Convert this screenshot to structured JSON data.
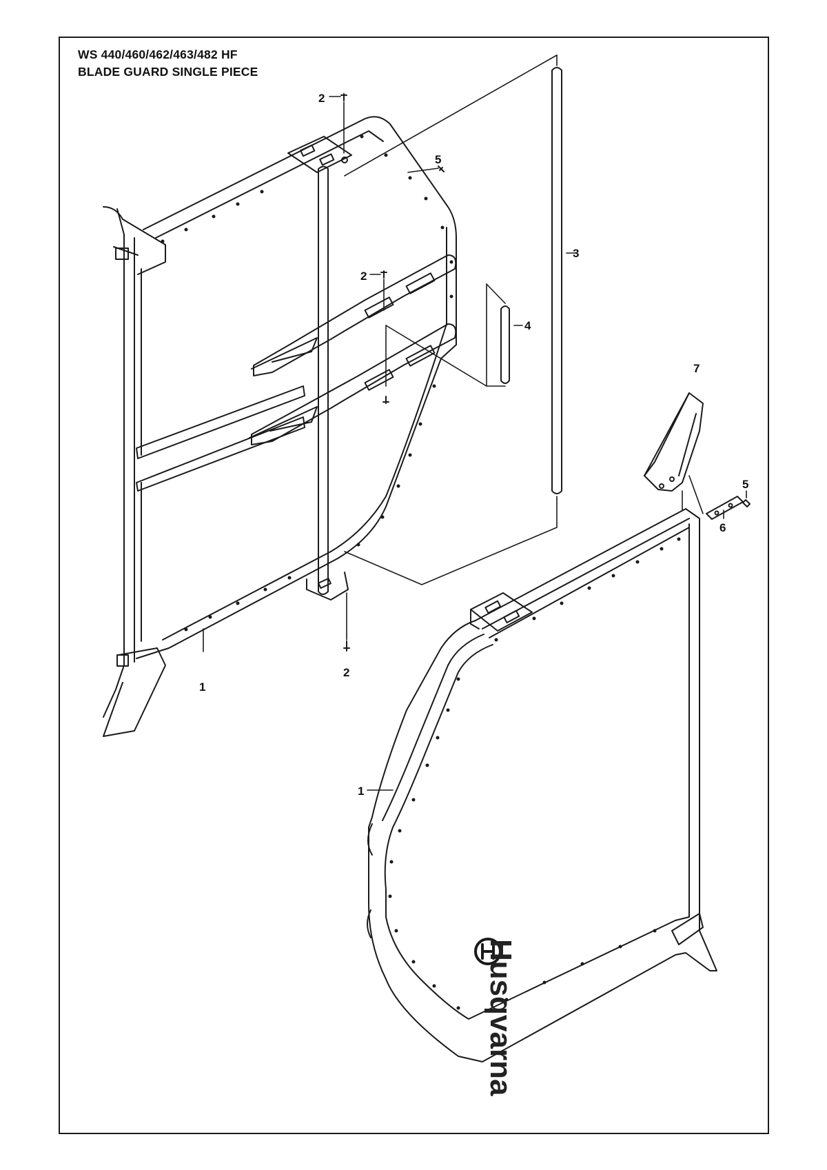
{
  "header": {
    "model": "WS 440/460/462/463/482 HF",
    "assembly": "BLADE GUARD SINGLE PIECE"
  },
  "callouts": [
    {
      "id": "c-2a",
      "label": "2"
    },
    {
      "id": "c-5a",
      "label": "5"
    },
    {
      "id": "c-3",
      "label": "3"
    },
    {
      "id": "c-2b",
      "label": "2"
    },
    {
      "id": "c-4",
      "label": "4"
    },
    {
      "id": "c-7",
      "label": "7"
    },
    {
      "id": "c-5b",
      "label": "5"
    },
    {
      "id": "c-6",
      "label": "6"
    },
    {
      "id": "c-2c",
      "label": "2"
    },
    {
      "id": "c-1a",
      "label": "1"
    },
    {
      "id": "c-1b",
      "label": "1"
    }
  ],
  "brand": {
    "logo_text": "Husqvarna"
  },
  "colors": {
    "line": "#1a1a1a",
    "paper": "#ffffff"
  }
}
